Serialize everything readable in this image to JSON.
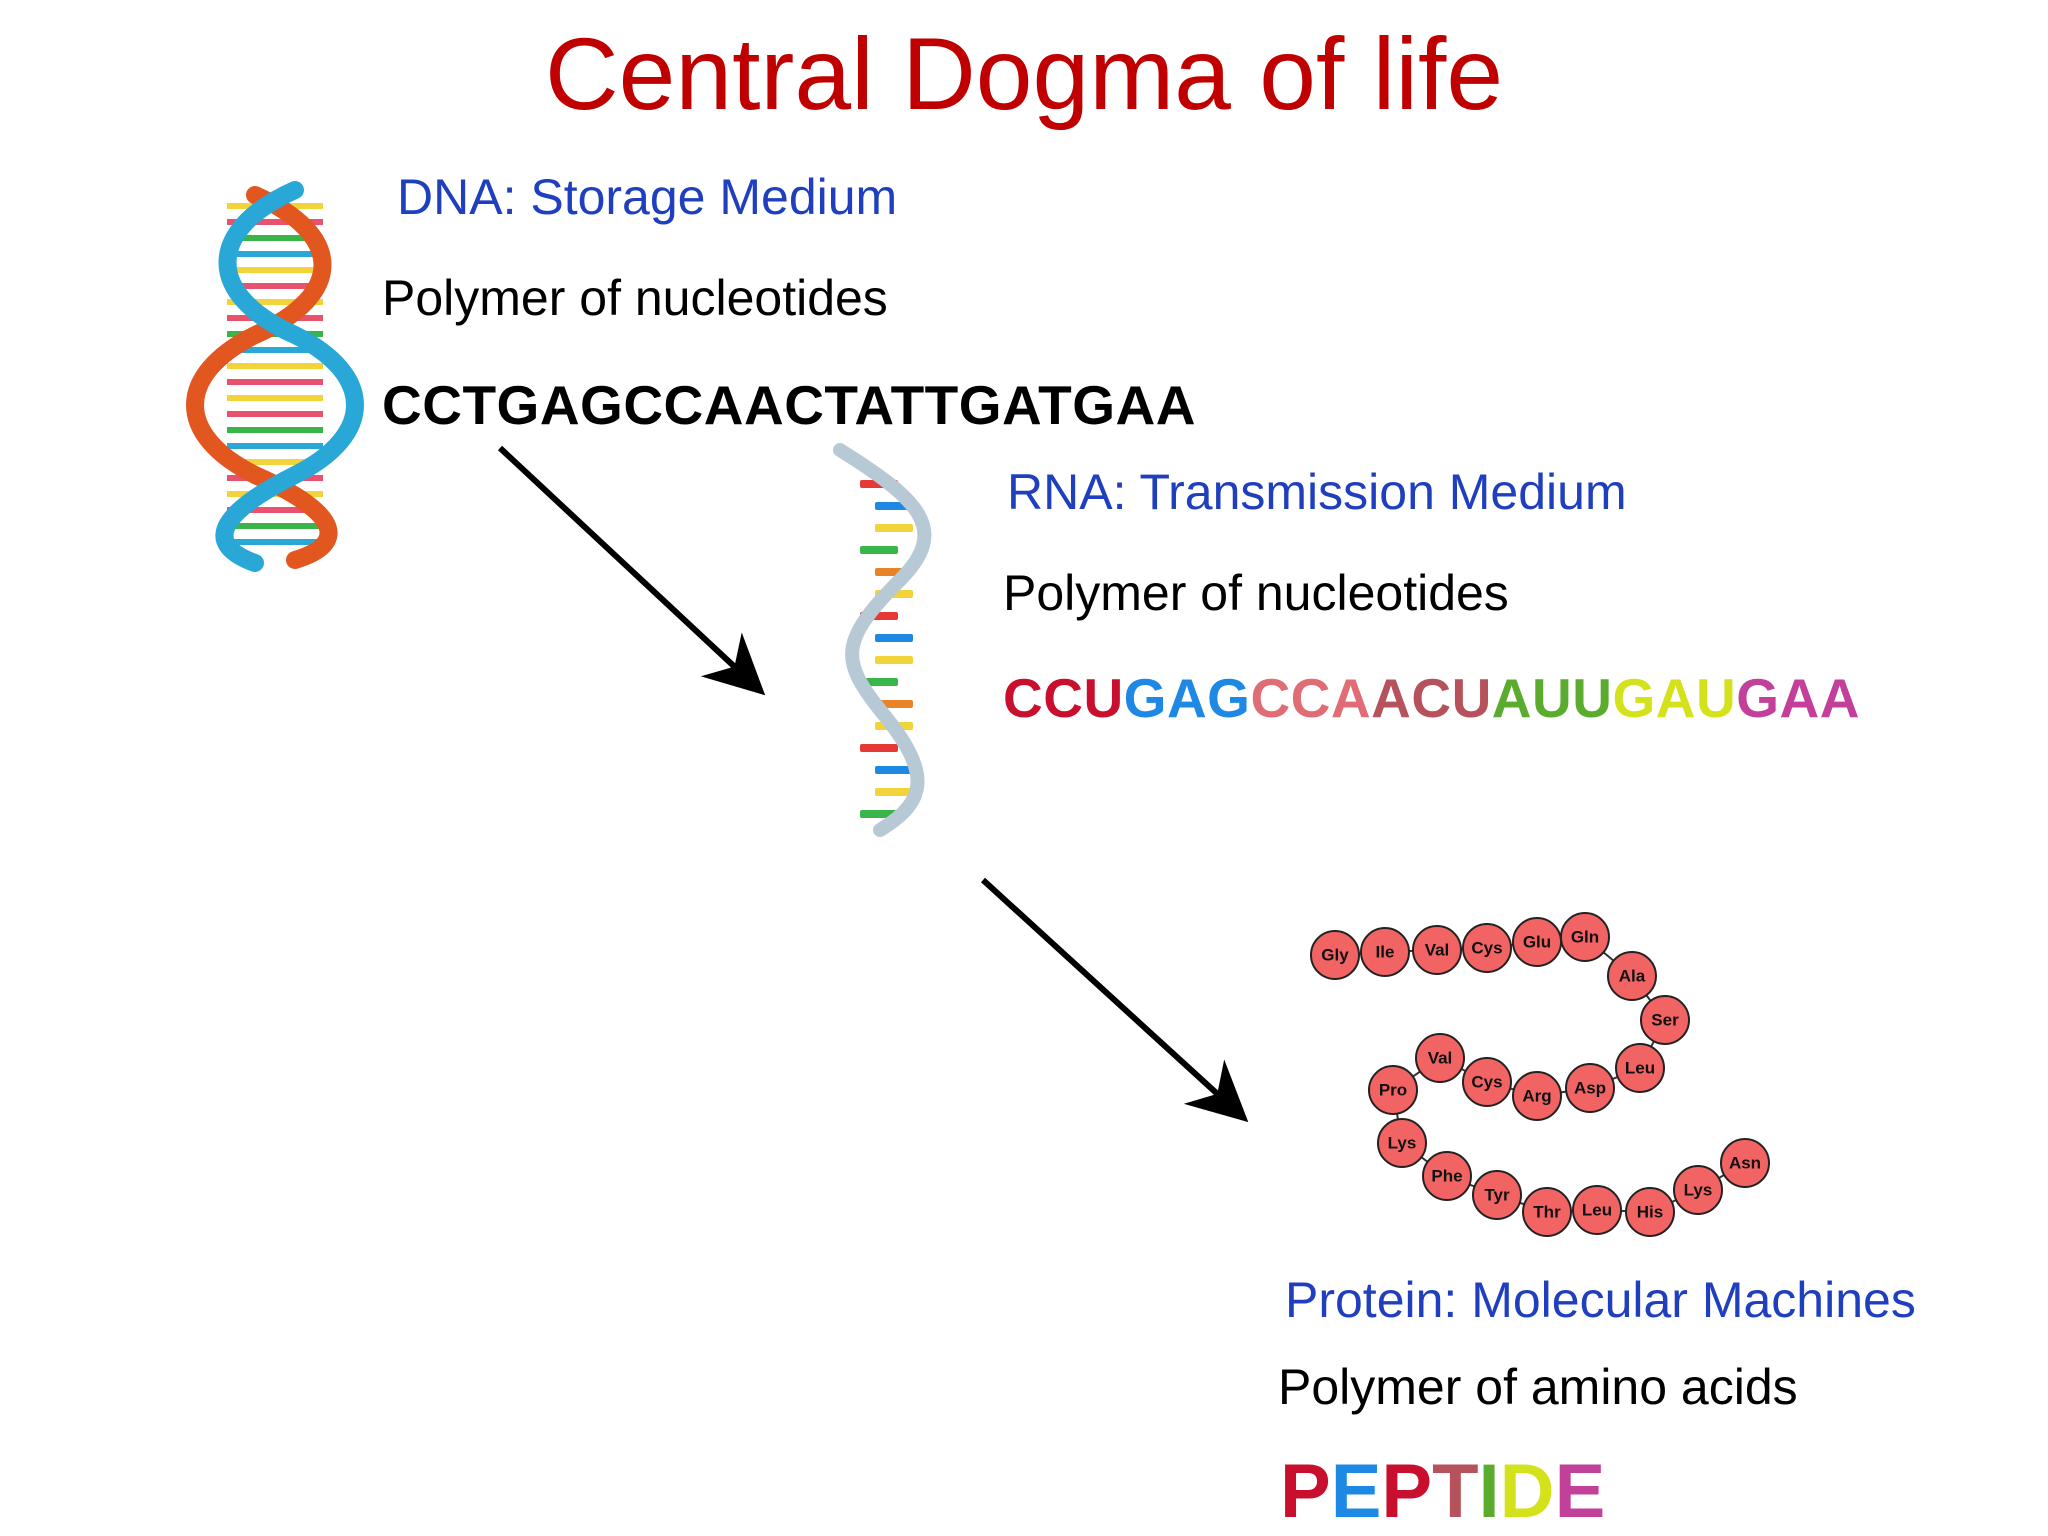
{
  "title": "Central Dogma of life",
  "dna": {
    "heading": "DNA: Storage Medium",
    "description": "Polymer of nucleotides",
    "sequence": "CCTGAGCCAACTATTGATGAA"
  },
  "rna": {
    "heading": "RNA: Transmission Medium",
    "description": "Polymer of nucleotides",
    "sequence_segments": [
      {
        "text": "CCU",
        "color": "#c8102e"
      },
      {
        "text": "GAG",
        "color": "#1e88e5"
      },
      {
        "text": "CCA",
        "color": "#e06c75"
      },
      {
        "text": "ACU",
        "color": "#b5525c"
      },
      {
        "text": "AUU",
        "color": "#5aab2e"
      },
      {
        "text": "GAU",
        "color": "#d4e21c"
      },
      {
        "text": "GAA",
        "color": "#c2409a"
      }
    ]
  },
  "protein": {
    "heading": "Protein: Molecular Machines",
    "description": "Polymer of amino acids",
    "word_letters": [
      {
        "text": "P",
        "color": "#c8102e"
      },
      {
        "text": "E",
        "color": "#1e88e5"
      },
      {
        "text": "P",
        "color": "#c8102e"
      },
      {
        "text": "T",
        "color": "#b5525c"
      },
      {
        "text": "I",
        "color": "#5aab2e"
      },
      {
        "text": "D",
        "color": "#d4e21c"
      },
      {
        "text": "E",
        "color": "#c2409a"
      }
    ],
    "amino_acids": [
      "Gly",
      "Ile",
      "Val",
      "Cys",
      "Glu",
      "Gln",
      "Ala",
      "Ser",
      "Leu",
      "Asp",
      "Arg",
      "Cys",
      "Val",
      "Pro",
      "Lys",
      "Phe",
      "Tyr",
      "Thr",
      "Leu",
      "His",
      "Lys",
      "Asn"
    ],
    "bead_color": "#f26464"
  },
  "icons": [
    "dna-double-helix-icon",
    "rna-single-strand-icon"
  ],
  "colors": {
    "title": "#c00000",
    "heading": "#1f3fbf",
    "arrow": "#000000"
  }
}
